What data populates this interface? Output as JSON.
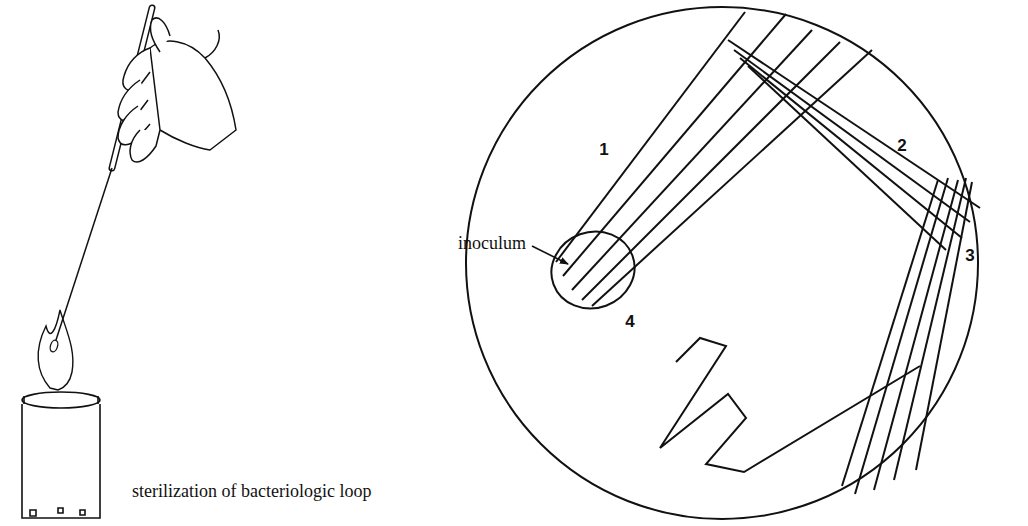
{
  "diagram": {
    "labels": [
      "1",
      "inoculum",
      "2",
      "3",
      "4",
      "sterilization of bacteriologic loop"
    ]
  }
}
